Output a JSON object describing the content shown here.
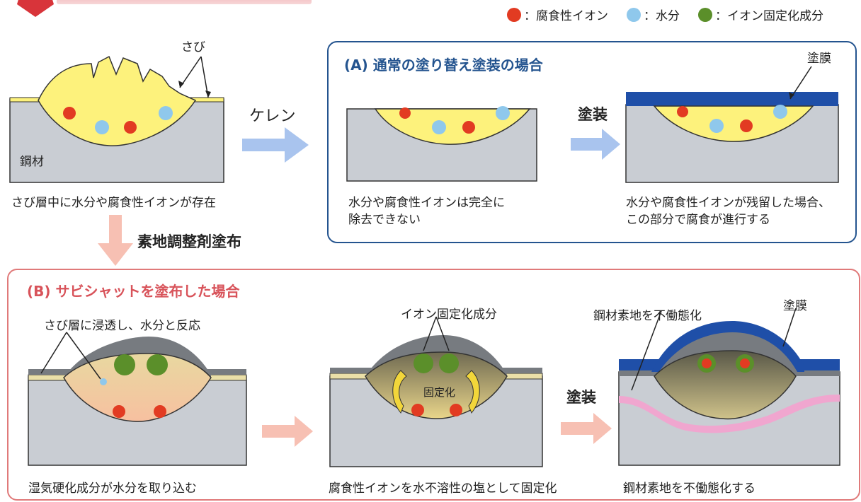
{
  "legend": {
    "corrosive_ion": {
      "label": "：腐食性イオン",
      "color": "#e23b22"
    },
    "moisture": {
      "label": "：水分",
      "color": "#8fc8ec"
    },
    "fixing_component": {
      "label": "：イオン固定化成分",
      "color": "#5b8f2a"
    }
  },
  "initial": {
    "rust_label": "さび",
    "steel_label": "鋼材",
    "caption": "さび層中に水分や腐食性イオンが存在"
  },
  "arrows": {
    "keren": "ケレン",
    "primer": "素地調整剤塗布",
    "coating_a": "塗装",
    "coating_b": "塗装"
  },
  "section_a": {
    "title": "(A) 通常の塗り替え塗装の場合",
    "film_label": "塗膜",
    "caption_left_1": "水分や腐食性イオンは完全に",
    "caption_left_2": "除去できない",
    "caption_right_1": "水分や腐食性イオンが残留した場合、",
    "caption_right_2": "この部分で腐食が進行する"
  },
  "section_b": {
    "title": "(B) サビシャットを塗布した場合",
    "penetrate_label": "さび層に浸透し、水分と反応",
    "ion_fix_label": "イオン固定化成分",
    "fixed_label": "固定化",
    "passivate_label": "鋼材素地を不働態化",
    "film_label": "塗膜",
    "caption_1": "湿気硬化成分が水分を取り込む",
    "caption_2": "腐食性イオンを水不溶性の塩として固定化",
    "caption_3": "鋼材素地を不働態化する"
  },
  "colors": {
    "steel": "#c9cdd3",
    "rust": "#fdf27c",
    "coating": "#1f4fa8",
    "arrow_blue": "#a9c4ee",
    "arrow_pink": "#f7c0b3",
    "passive": "#f0a6cf",
    "primer_gray": "#777b80"
  }
}
